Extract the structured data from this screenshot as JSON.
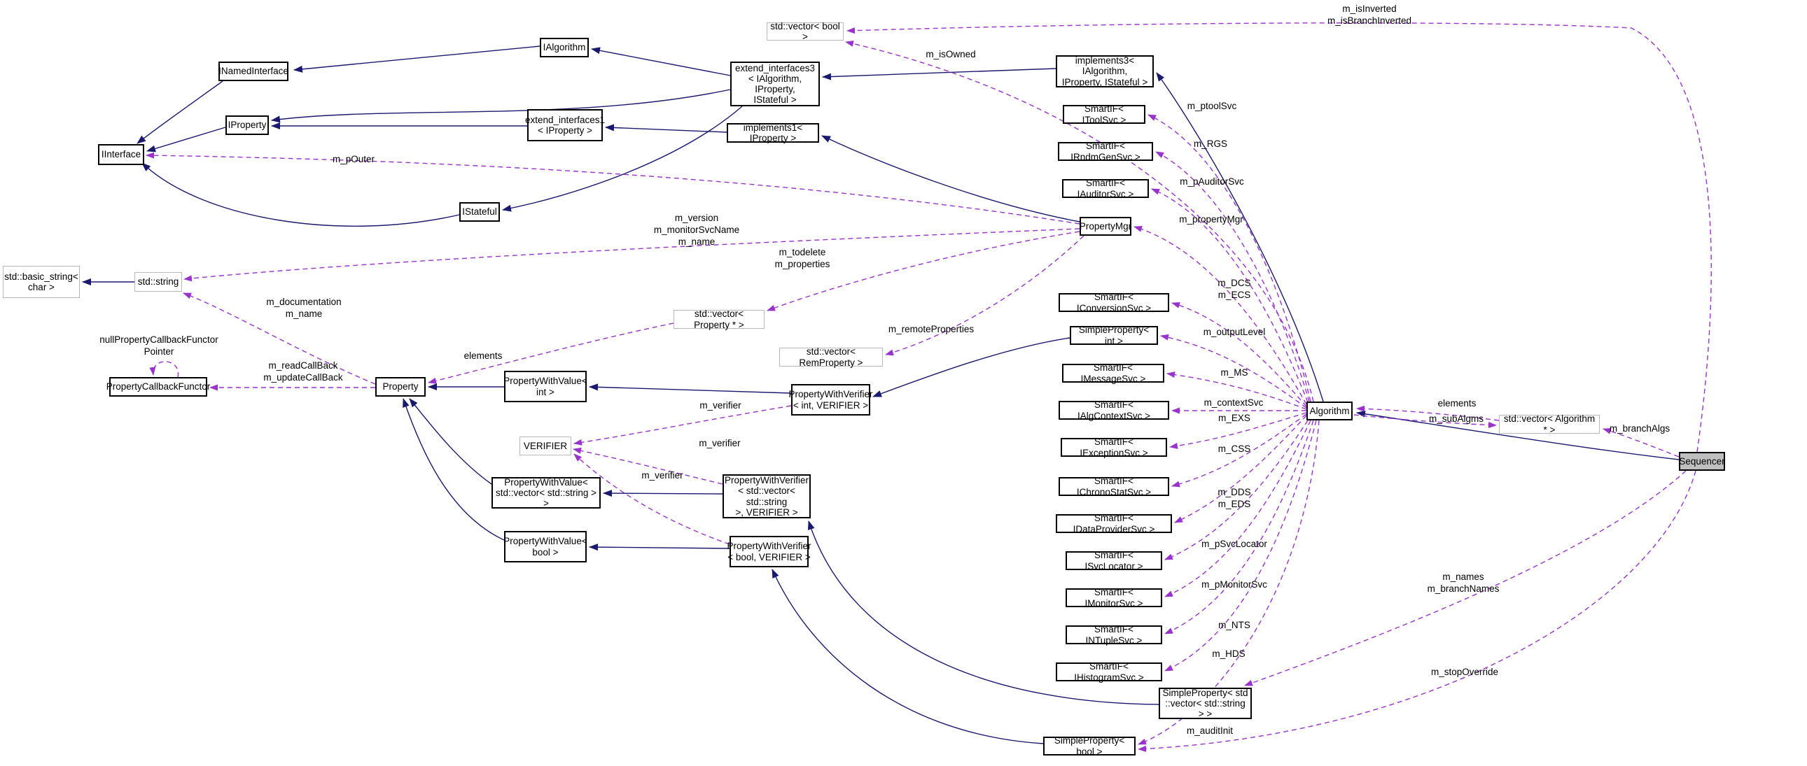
{
  "diagram": {
    "kind": "doxygen-collaboration-graph",
    "main_class": "Sequencer",
    "colors": {
      "background": "#ffffff",
      "inheritance_edge": "#191970",
      "usage_edge": "#9a32cd",
      "node_border": "#000000",
      "external_node_border": "#b9b9b9",
      "main_node_fill": "#bfbfbf"
    },
    "nodes": {
      "basic_string": {
        "label": "std::basic_string<\nchar >"
      },
      "string": {
        "label": "std::string"
      },
      "pcf": {
        "label": "PropertyCallbackFunctor"
      },
      "property": {
        "label": "Property"
      },
      "iinterface": {
        "label": "IInterface"
      },
      "inamed": {
        "label": "INamedInterface"
      },
      "iprop": {
        "label": "IProperty"
      },
      "ialgo": {
        "label": "IAlgorithm"
      },
      "istateful": {
        "label": "IStateful"
      },
      "ext1": {
        "label": "extend_interfaces1\n< IProperty >"
      },
      "ext3": {
        "label": "extend_interfaces3\n< IAlgorithm, IProperty,\nIStateful >"
      },
      "impl1": {
        "label": "implements1< IProperty >"
      },
      "vbool": {
        "label": "std::vector< bool >"
      },
      "impl3": {
        "label": "implements3< IAlgorithm,\nIProperty, IStateful >"
      },
      "tool": {
        "label": "SmartIF< IToolSvc >"
      },
      "rndm": {
        "label": "SmartIF< IRndmGenSvc >"
      },
      "auditor": {
        "label": "SmartIF< IAuditorSvc >"
      },
      "pmgr": {
        "label": "PropertyMgr"
      },
      "vprop": {
        "label": "std::vector< Property * >"
      },
      "vrem": {
        "label": "std::vector< RemProperty >"
      },
      "pwv_int": {
        "label": "PropertyWithValue<\nint >"
      },
      "verifier": {
        "label": "VERIFIER"
      },
      "pwverif_int": {
        "label": "PropertyWithVerifier\n< int, VERIFIER >"
      },
      "pwv_vec": {
        "label": "PropertyWithValue<\nstd::vector< std::string > >"
      },
      "pwv_bool": {
        "label": "PropertyWithValue<\nbool >"
      },
      "pwverif_vec": {
        "label": "PropertyWithVerifier\n< std::vector< std::string\n>, VERIFIER >"
      },
      "pwverif_bool": {
        "label": "PropertyWithVerifier\n< bool, VERIFIER >"
      },
      "conv": {
        "label": "SmartIF< IConversionSvc >"
      },
      "sp_int": {
        "label": "SimpleProperty< int >"
      },
      "msg": {
        "label": "SmartIF< IMessageSvc >"
      },
      "algctx": {
        "label": "SmartIF< IAlgContextSvc >"
      },
      "exc": {
        "label": "SmartIF< IExceptionSvc >"
      },
      "chrono": {
        "label": "SmartIF< IChronoStatSvc >"
      },
      "dataprov": {
        "label": "SmartIF< IDataProviderSvc >"
      },
      "svcloc": {
        "label": "SmartIF< ISvcLocator >"
      },
      "monitor": {
        "label": "SmartIF< IMonitorSvc >"
      },
      "ntuple": {
        "label": "SmartIF< INTupleSvc >"
      },
      "histo": {
        "label": "SmartIF< IHistogramSvc >"
      },
      "algorithm": {
        "label": "Algorithm"
      },
      "valgo": {
        "label": "std::vector< Algorithm * >"
      },
      "sequencer": {
        "label": "Sequencer"
      },
      "sp_vec": {
        "label": "SimpleProperty< std\n::vector< std::string > >"
      },
      "sp_bool": {
        "label": "SimpleProperty< bool >"
      }
    },
    "edge_labels": {
      "is_inverted": "m_isInverted\nm_isBranchInverted",
      "is_owned": "m_isOwned",
      "p_outer": "m_pOuter",
      "version": "m_version\nm_monitorSvcName\nm_name",
      "todelete": "m_todelete\nm_properties",
      "documentation": "m_documentation\nm_name",
      "null_pcf": "nullPropertyCallbackFunctor\nPointer",
      "read_callback": "m_readCallBack\nm_updateCallBack",
      "elements": "elements",
      "remote_props": "m_remoteProperties",
      "verifier": "m_verifier",
      "ptool_svc": "m_ptoolSvc",
      "rgs": "m_RGS",
      "p_auditor_svc": "m_pAuditorSvc",
      "property_mgr": "m_propertyMgr",
      "dcs_ecs": "m_DCS\nm_ECS",
      "output_level": "m_outputLevel",
      "ms": "m_MS",
      "context_svc": "m_contextSvc",
      "exs": "m_EXS",
      "css": "m_CSS",
      "dds_eds": "m_DDS\nm_EDS",
      "p_svc_locator": "m_pSvcLocator",
      "p_monitor_svc": "m_pMonitorSvc",
      "nts": "m_NTS",
      "hds": "m_HDS",
      "sub_algms": "m_subAlgms",
      "branch_algs": "m_branchAlgs",
      "names": "m_names\nm_branchNames",
      "stop_override": "m_stopOverride",
      "audit_init": "m_auditInit"
    }
  }
}
